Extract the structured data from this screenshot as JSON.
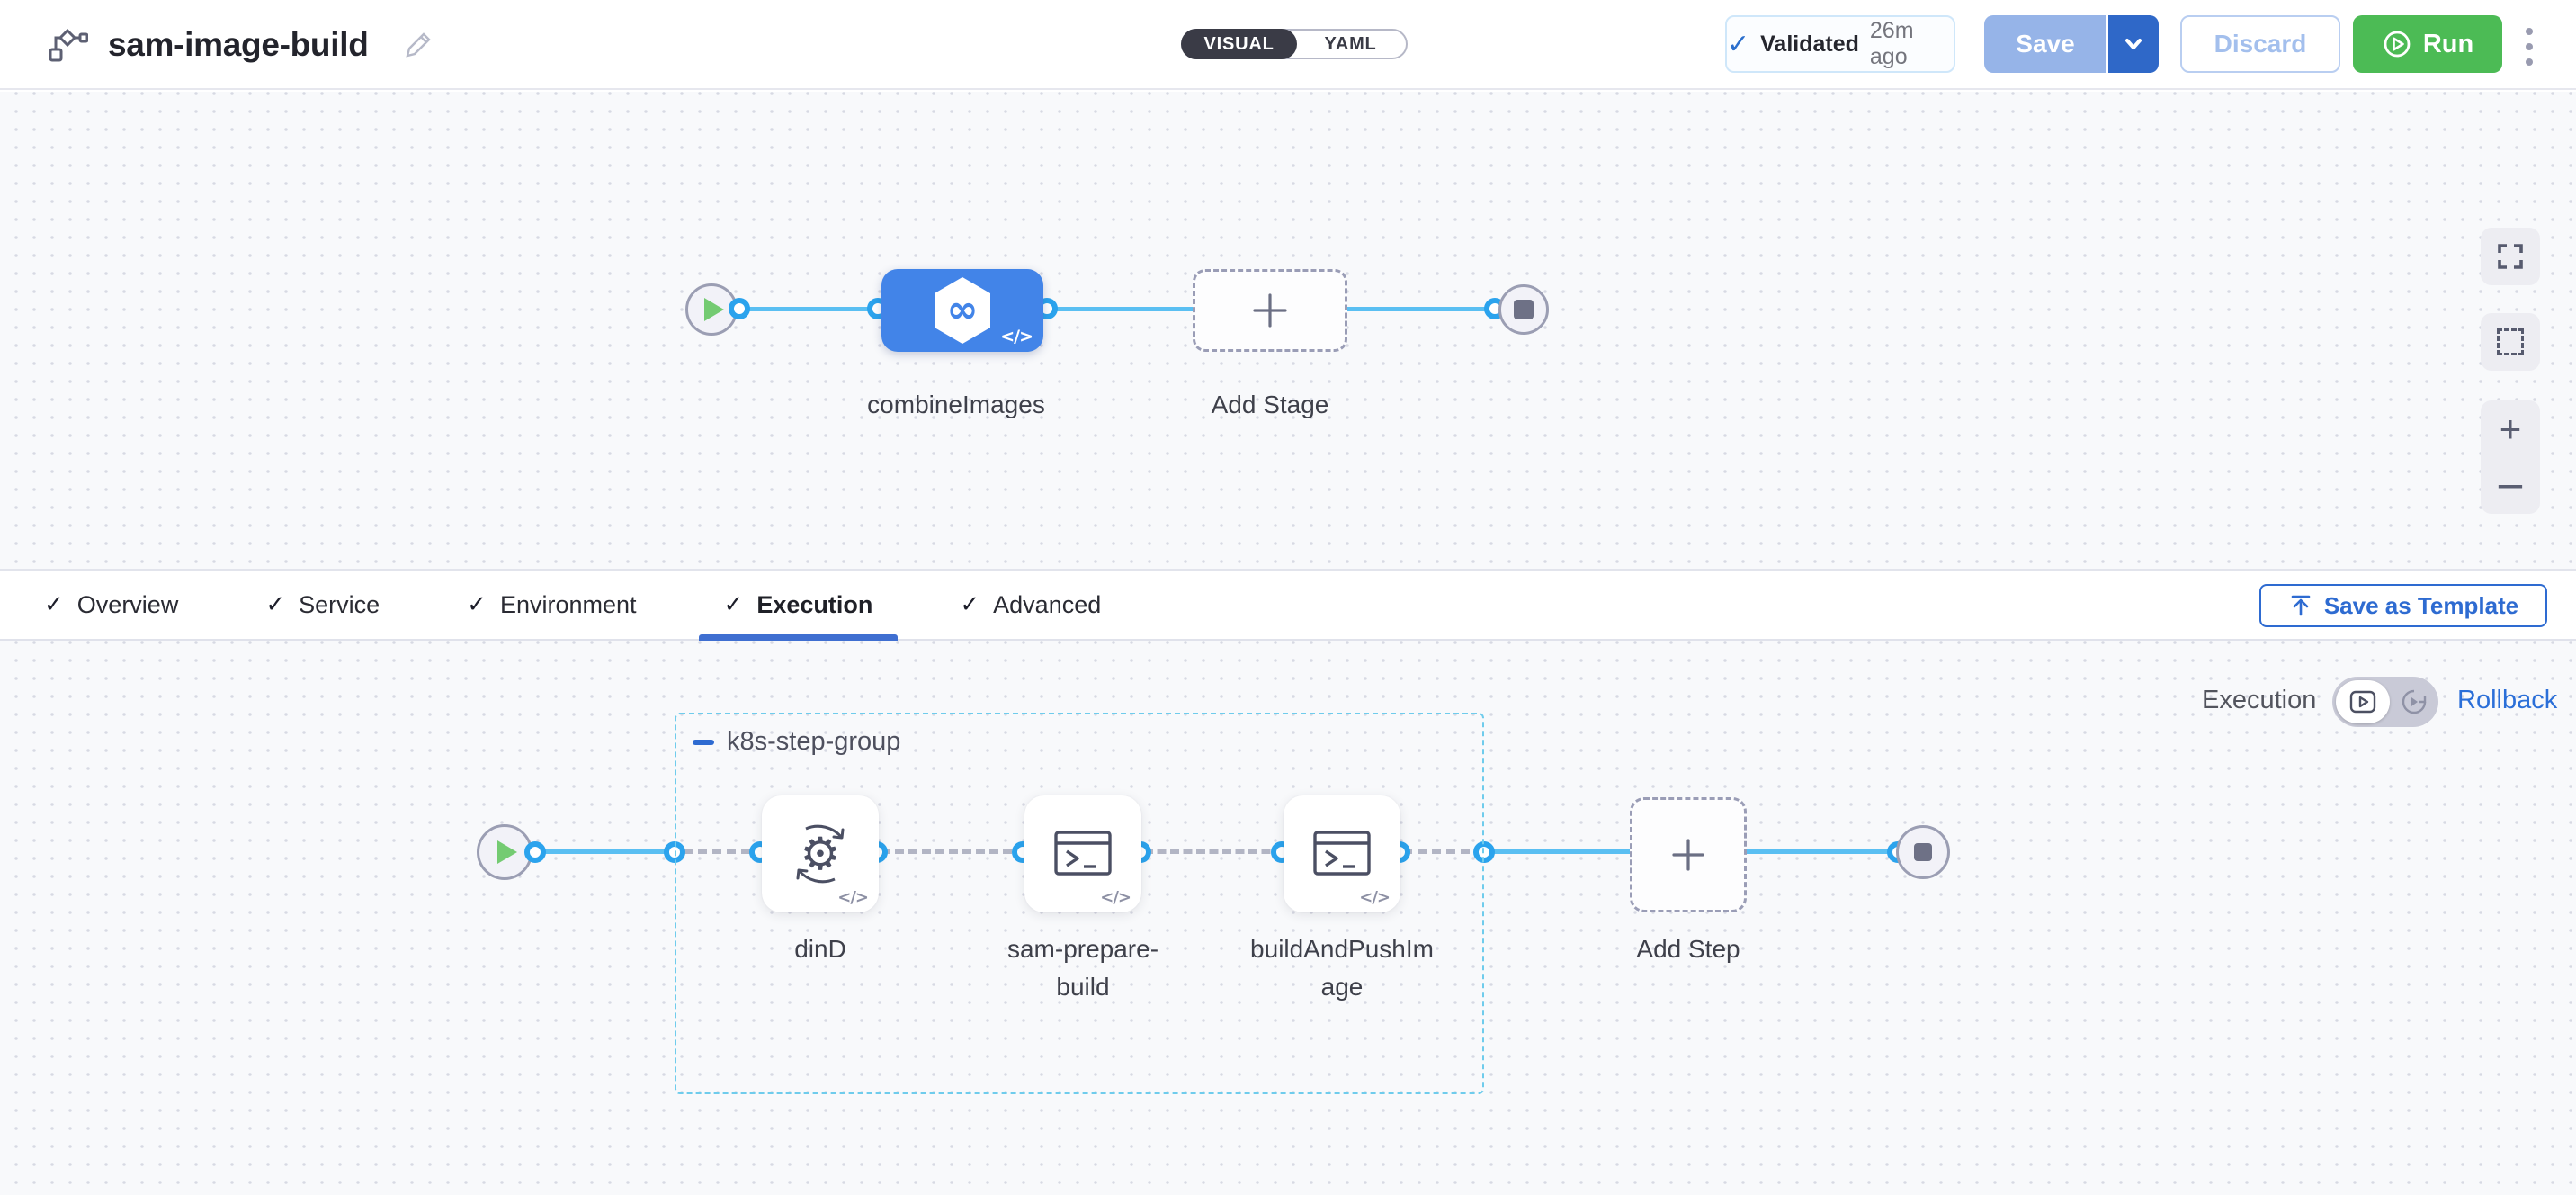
{
  "header": {
    "title": "sam-image-build",
    "mode_toggle": {
      "visual": "VISUAL",
      "yaml": "YAML"
    },
    "validated": {
      "check": "✓",
      "label": "Validated",
      "time": "26m ago"
    },
    "save_label": "Save",
    "discard_label": "Discard",
    "run_label": "Run"
  },
  "stage_canvas": {
    "stage_label": "combineImages",
    "stage_icon_glyph": "∞",
    "add_stage_label": "Add Stage",
    "code_badge": "</>"
  },
  "tabs": {
    "check": "✓",
    "items": [
      {
        "label": "Overview",
        "checked": true,
        "active": false
      },
      {
        "label": "Service",
        "checked": true,
        "active": false
      },
      {
        "label": "Environment",
        "checked": true,
        "active": false
      },
      {
        "label": "Execution",
        "checked": true,
        "active": true
      },
      {
        "label": "Advanced",
        "checked": true,
        "active": false
      }
    ],
    "save_as_template_label": "Save as Template"
  },
  "execution_canvas": {
    "mode_label": "Execution",
    "rollback_label": "Rollback",
    "group_name": "k8s-step-group",
    "steps": [
      {
        "name": "dinD",
        "icon": "docker-in-docker-icon",
        "gear_glyph": "⚙",
        "code_badge": "</>"
      },
      {
        "name": "sam-prepare-build",
        "icon": "run-script-icon",
        "code_badge": "</>"
      },
      {
        "name": "buildAndPushImage",
        "icon": "run-script-icon",
        "code_badge": "</>"
      }
    ],
    "add_step_label": "Add Step"
  },
  "zoom_controls": {
    "zoom_in": "+",
    "zoom_out": "−"
  },
  "colors": {
    "accent_blue": "#2e6bd1",
    "stage_blue": "#4284e8",
    "line_blue": "#5abff2",
    "port_ring_blue": "#2ba3ed",
    "group_dash_cyan": "#6fccec",
    "run_green": "#4cbb55",
    "play_green": "#74cb72",
    "save_disabled_blue": "#96b4e8",
    "save_chevron_blue": "#2f68c8",
    "toggle_dark": "#3a3b46",
    "canvas_bg": "#f8f9fb"
  }
}
